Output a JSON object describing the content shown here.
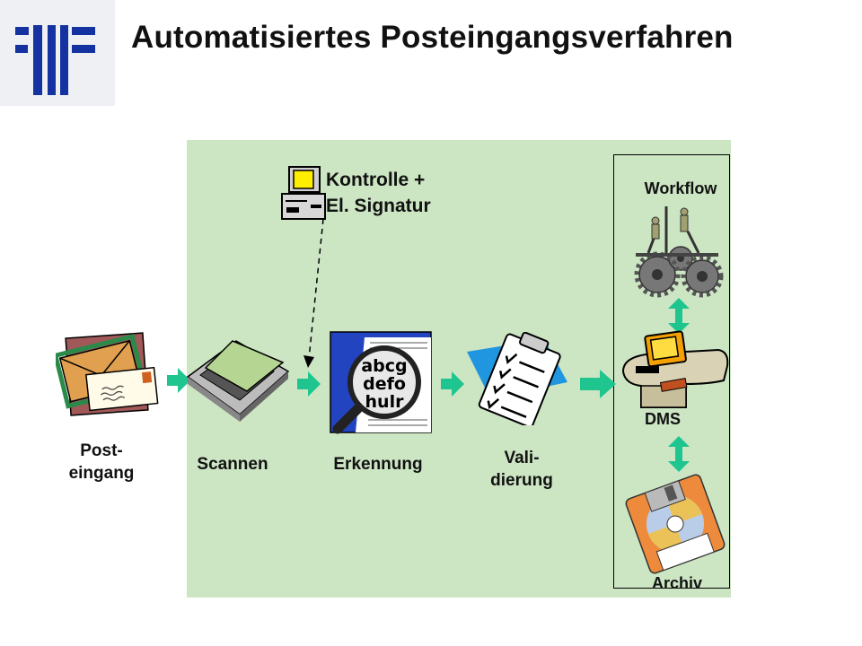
{
  "title": "Automatisiertes Posteingangsverfahren",
  "colors": {
    "panel": "#cce5c3",
    "arrow": "#1fc58f",
    "logo": "#1432a0",
    "logo_bg": "#eef0f4"
  },
  "control": {
    "label": "Kontrolle +\nEl. Signatur",
    "icon": "computer-icon"
  },
  "steps": [
    {
      "label": "Post-\neingang",
      "icon": "mail-envelopes-icon"
    },
    {
      "label": "Scannen",
      "icon": "scanner-icon"
    },
    {
      "label": "Erkennung",
      "icon": "magnifier-ocr-icon"
    },
    {
      "label": "Vali-\ndierung",
      "icon": "clipboard-checklist-icon"
    }
  ],
  "ocr_text": [
    "abcg",
    "defo",
    "hulr"
  ],
  "system": {
    "workflow": "Workflow",
    "dms": "DMS",
    "archiv": "Archiv"
  }
}
